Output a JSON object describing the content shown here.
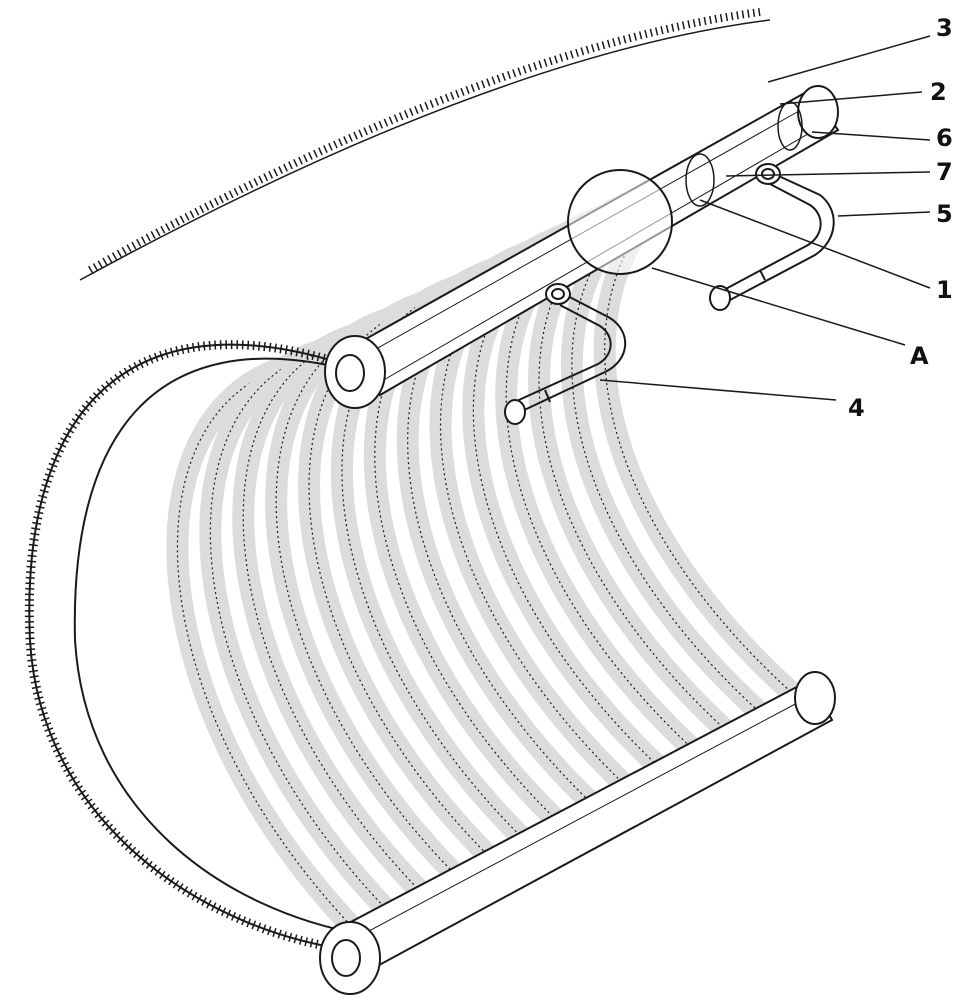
{
  "labels": {
    "l3": "3",
    "l2": "2",
    "l6": "6",
    "l7": "7",
    "l5": "5",
    "l1": "1",
    "lA": "A",
    "l4": "4"
  },
  "colors": {
    "stroke": "#1a1a1a",
    "fin_fill": "#dcdcdc",
    "pipe_fill": "#ffffff",
    "background": "#ffffff"
  }
}
